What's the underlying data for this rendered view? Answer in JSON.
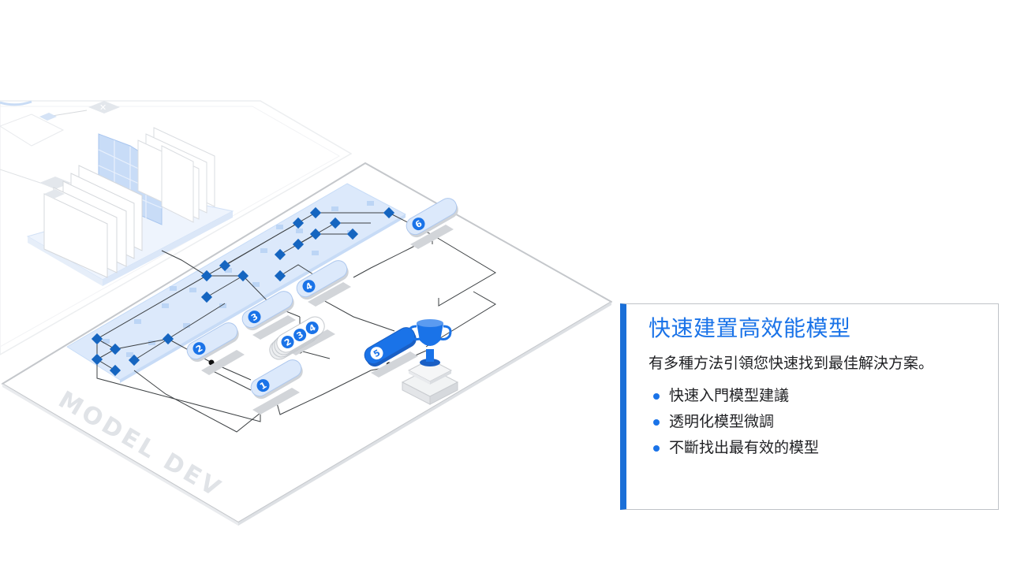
{
  "diagram": {
    "board_label": "MODEL DEV",
    "step_labels": [
      "1",
      "2",
      "3",
      "4",
      "5",
      "6"
    ],
    "stack_labels": [
      "2",
      "3",
      "4"
    ],
    "colors": {
      "accent": "#1a73e8",
      "accent_dark": "#1a5fc4",
      "node": "#1565c0",
      "light_fill": "#dce9fb",
      "line": "#3c4043",
      "panel": "#e8eaed"
    }
  },
  "callout": {
    "title": "快速建置高效能模型",
    "description": "有多種方法引領您快速找到最佳解決方案。",
    "bullets": [
      "快速入門模型建議",
      "透明化模型微調",
      "不斷找出最有效的模型"
    ]
  }
}
